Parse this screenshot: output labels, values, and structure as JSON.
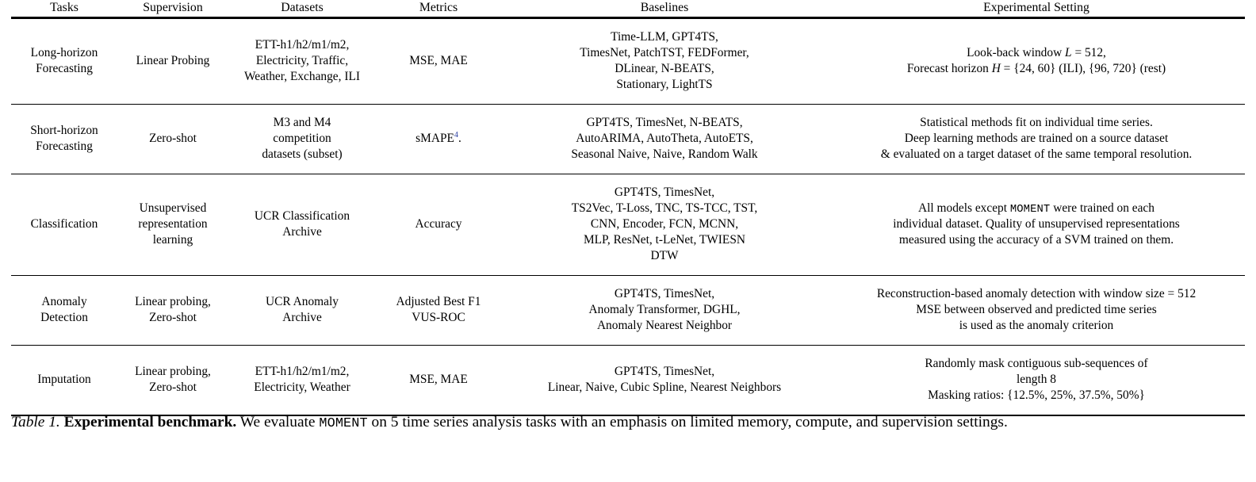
{
  "table": {
    "columns": [
      "Tasks",
      "Supervision",
      "Datasets",
      "Metrics",
      "Baselines",
      "Experimental Setting"
    ],
    "rows": [
      {
        "task": [
          "Long-horizon",
          "Forecasting"
        ],
        "supervision": [
          "Linear Probing"
        ],
        "datasets": [
          "ETT-h1/h2/m1/m2,",
          "Electricity, Traffic,",
          "Weather, Exchange, ILI"
        ],
        "metrics": [
          "MSE, MAE"
        ],
        "baselines": [
          "Time-LLM, GPT4TS,",
          "TimesNet, PatchTST, FEDFormer,",
          "DLinear, N-BEATS,",
          "Stationary, LightTS"
        ],
        "setting_lines": [
          {
            "type": "math",
            "pre": "Look-back window ",
            "sym": "L",
            "post": " = 512,"
          },
          {
            "type": "math2",
            "pre": "Forecast horizon ",
            "sym": "H",
            "post": " = {24, 60} (ILI), {96, 720} (rest)"
          }
        ]
      },
      {
        "task": [
          "Short-horizon",
          "Forecasting"
        ],
        "supervision": [
          "Zero-shot"
        ],
        "datasets": [
          "M3 and M4",
          "competition",
          "datasets (subset)"
        ],
        "metrics": [
          "sMAPE"
        ],
        "metrics_footnote": "4",
        "metrics_suffix": ".",
        "baselines": [
          "GPT4TS, TimesNet, N-BEATS,",
          "AutoARIMA, AutoTheta, AutoETS,",
          "Seasonal Naive, Naive, Random Walk"
        ],
        "setting": [
          "Statistical methods fit on individual time series.",
          "Deep learning methods are trained on a source dataset",
          "& evaluated on a target dataset of the same temporal resolution."
        ]
      },
      {
        "task": [
          "Classification"
        ],
        "supervision": [
          "Unsupervised",
          "representation",
          "learning"
        ],
        "datasets": [
          "UCR Classification",
          "Archive"
        ],
        "metrics": [
          "Accuracy"
        ],
        "baselines": [
          "GPT4TS, TimesNet,",
          "TS2Vec, T-Loss, TNC, TS-TCC, TST,",
          "CNN, Encoder, FCN, MCNN,",
          "MLP, ResNet, t-LeNet, TWIESN",
          "DTW"
        ],
        "setting_mono_line": {
          "pre": "All models except ",
          "mono": "MOMENT",
          "post": " were trained on each"
        },
        "setting_rest": [
          "individual dataset. Quality of unsupervised representations",
          "measured using the accuracy of a SVM trained on them."
        ]
      },
      {
        "task": [
          "Anomaly",
          "Detection"
        ],
        "supervision": [
          "Linear probing,",
          "Zero-shot"
        ],
        "datasets": [
          "UCR Anomaly",
          "Archive"
        ],
        "metrics": [
          "Adjusted Best F1",
          "VUS-ROC"
        ],
        "baselines": [
          "GPT4TS, TimesNet,",
          "Anomaly Transformer, DGHL,",
          "Anomaly Nearest Neighbor"
        ],
        "setting": [
          "Reconstruction-based anomaly detection with window size = 512",
          "MSE between observed and predicted time series",
          "is used as the anomaly criterion"
        ]
      },
      {
        "task": [
          "Imputation"
        ],
        "supervision": [
          "Linear probing,",
          "Zero-shot"
        ],
        "datasets": [
          "ETT-h1/h2/m1/m2,",
          "Electricity, Weather"
        ],
        "metrics": [
          "MSE, MAE"
        ],
        "baselines": [
          "GPT4TS, TimesNet,",
          "Linear, Naive, Cubic Spline, Nearest Neighbors"
        ],
        "setting": [
          "Randomly mask contiguous sub-sequences of",
          "length 8",
          "Masking ratios: {12.5%, 25%, 37.5%, 50%}"
        ]
      }
    ]
  },
  "caption": {
    "table_number": "Table 1.",
    "title": "Experimental benchmark.",
    "body_before_mono": " We evaluate ",
    "mono": "MOMENT",
    "body_after_mono": " on 5 time series analysis tasks with an emphasis on limited memory, compute, and supervision settings."
  },
  "colors": {
    "text": "#000000",
    "rule": "#000000",
    "footnote_link": "#2b3fa0",
    "background": "#ffffff"
  }
}
